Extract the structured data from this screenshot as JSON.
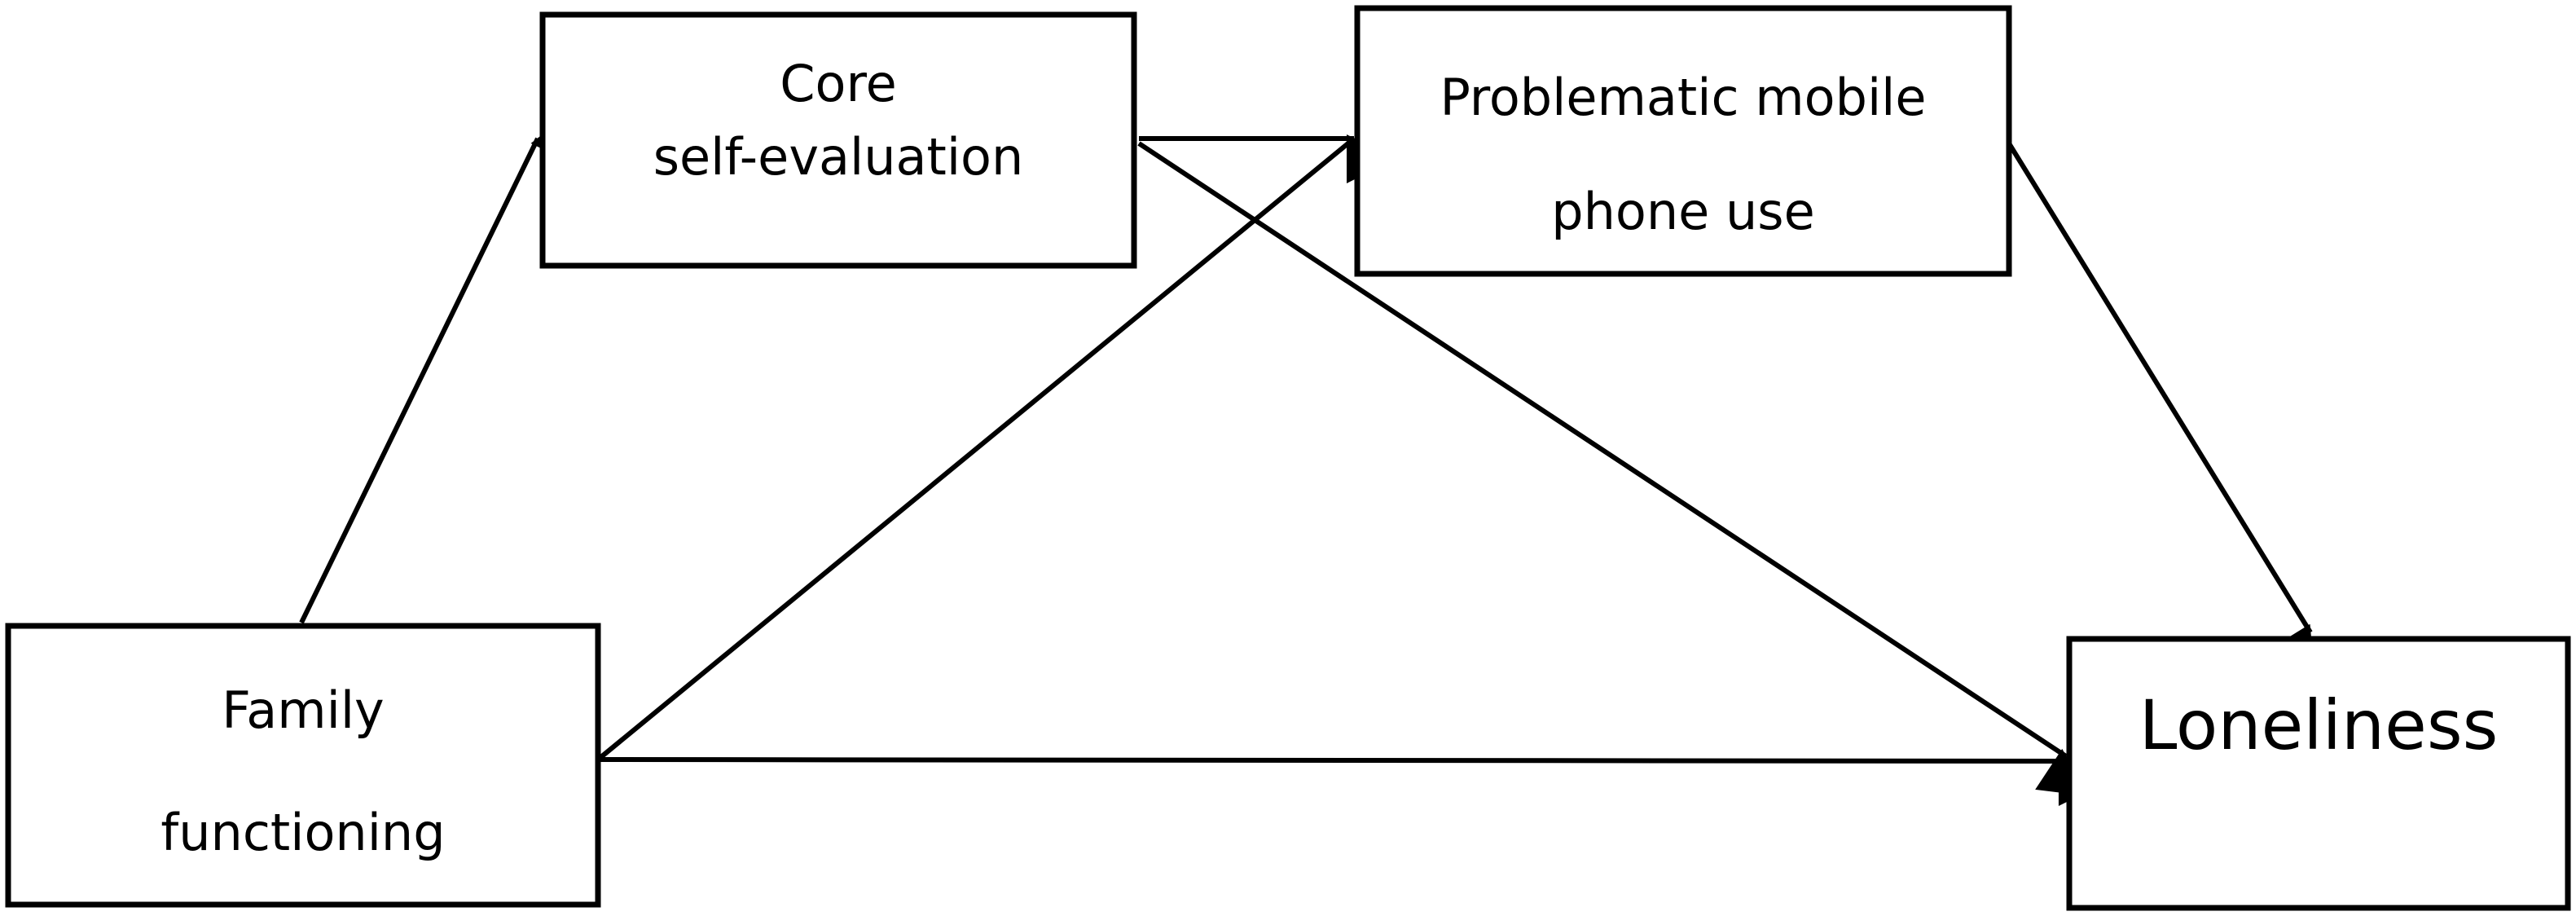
{
  "nodes": {
    "core_self_evaluation": {
      "lines": [
        "Core",
        "self-evaluation"
      ]
    },
    "problematic_mobile_phone_use": {
      "lines": [
        "Problematic mobile",
        "phone use"
      ]
    },
    "family_functioning": {
      "lines": [
        "Family",
        "functioning"
      ]
    },
    "loneliness": {
      "lines": [
        "Loneliness"
      ]
    }
  },
  "edges": [
    {
      "from": "family_functioning",
      "to": "core_self_evaluation"
    },
    {
      "from": "core_self_evaluation",
      "to": "problematic_mobile_phone_use"
    },
    {
      "from": "core_self_evaluation",
      "to": "loneliness"
    },
    {
      "from": "family_functioning",
      "to": "problematic_mobile_phone_use"
    },
    {
      "from": "family_functioning",
      "to": "loneliness"
    },
    {
      "from": "problematic_mobile_phone_use",
      "to": "loneliness"
    }
  ],
  "colors": {
    "stroke": "#000000",
    "background": "#ffffff"
  }
}
